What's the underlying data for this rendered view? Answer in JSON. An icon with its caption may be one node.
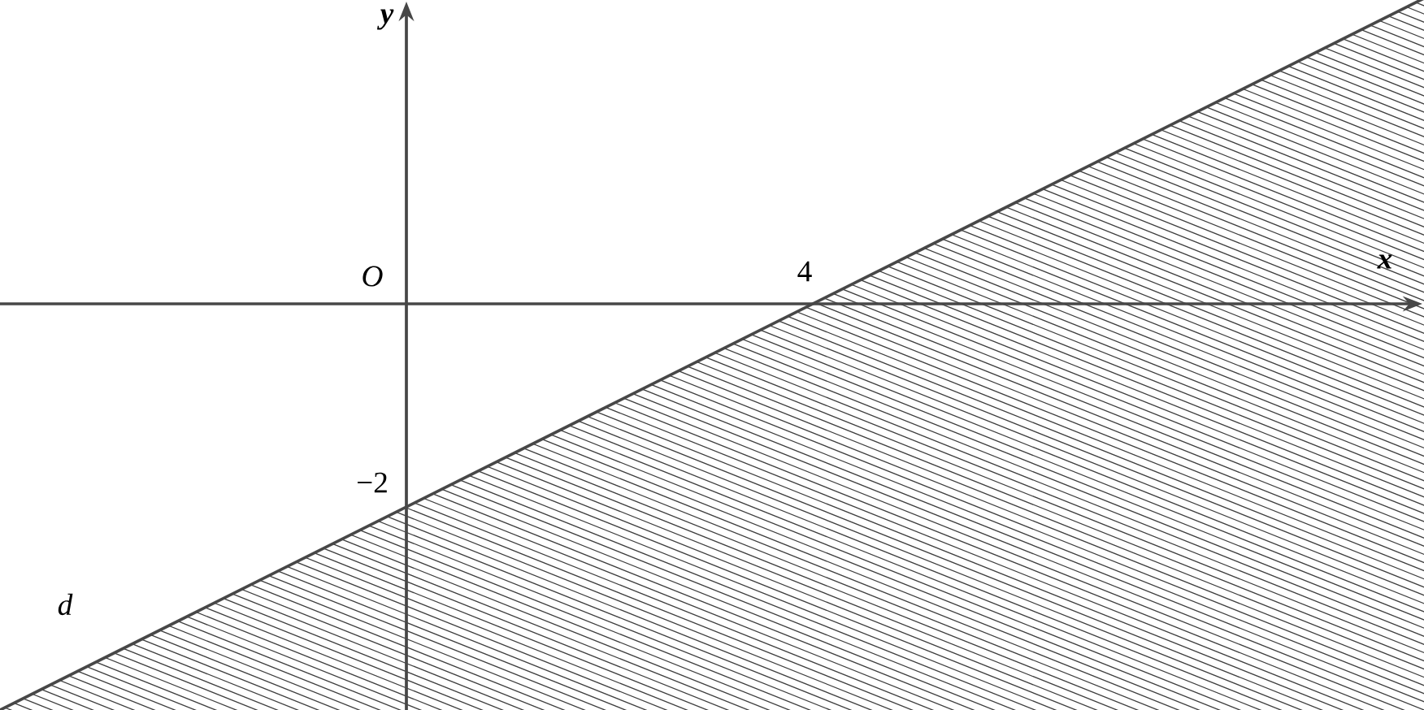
{
  "diagram": {
    "labels": [
      "y",
      "x",
      "O",
      "4",
      "−2",
      "d"
    ]
  }
}
